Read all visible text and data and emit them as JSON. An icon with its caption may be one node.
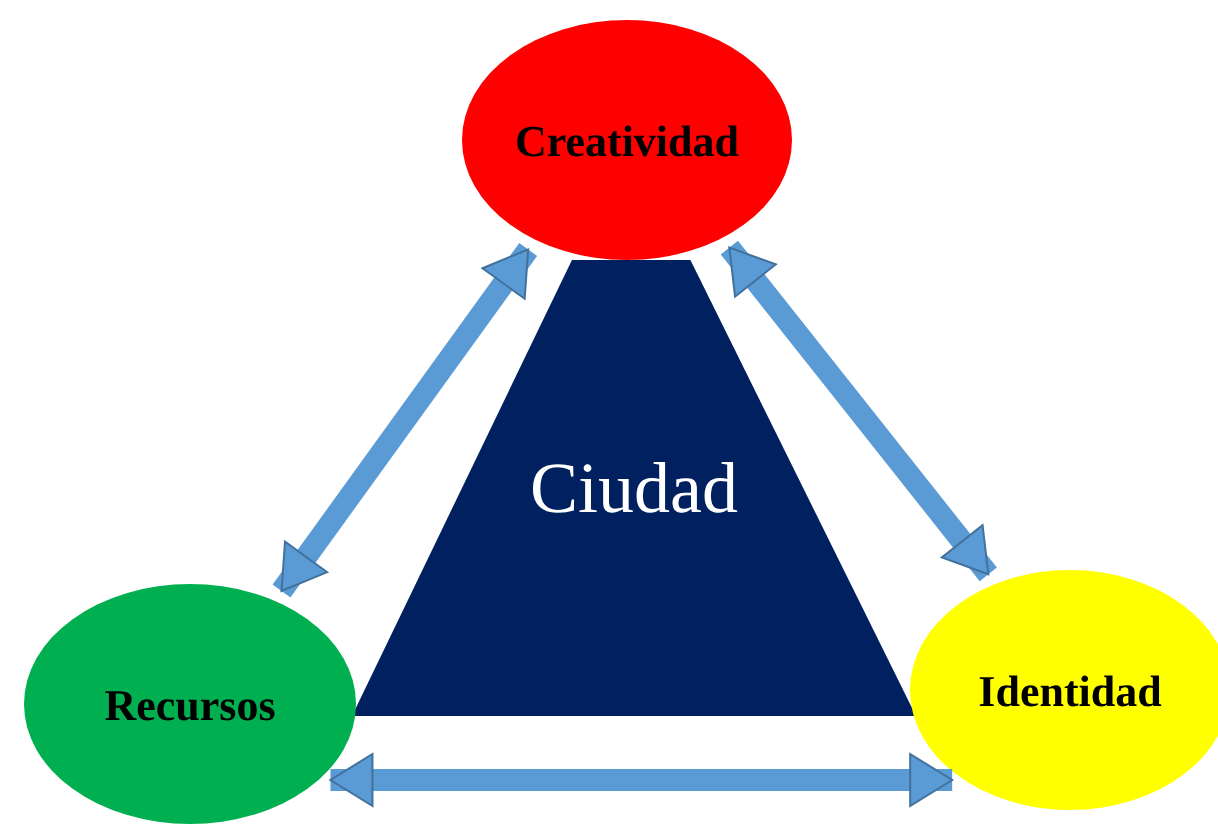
{
  "diagram": {
    "nodes": [
      {
        "text": [
          "Ciudad"
        ]
      },
      {
        "text": [
          "Creatividad"
        ]
      },
      {
        "text": [
          "Recursos"
        ]
      },
      {
        "text": [
          "Identidad"
        ]
      }
    ],
    "edges": [
      {
        "from": 1,
        "to": 2,
        "arrow": "both"
      },
      {
        "from": 1,
        "to": 3,
        "arrow": "both"
      },
      {
        "from": 2,
        "to": 3,
        "arrow": "both"
      }
    ]
  }
}
